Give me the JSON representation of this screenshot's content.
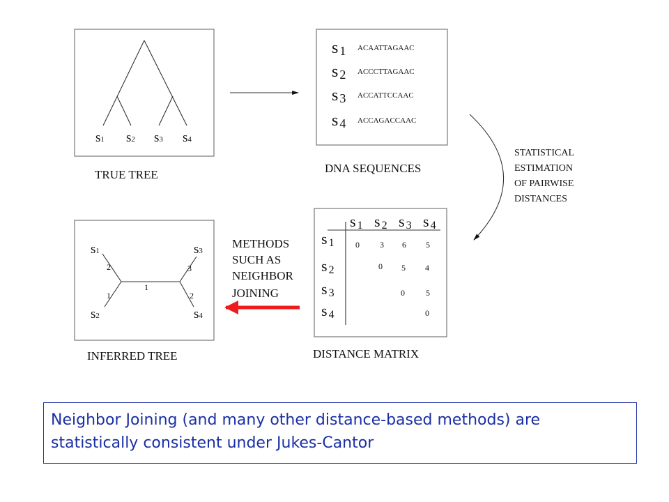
{
  "true_tree": {
    "title": "TRUE TREE",
    "leaves": [
      {
        "s": "s",
        "n": "1"
      },
      {
        "s": "s",
        "n": "2"
      },
      {
        "s": "s",
        "n": "3"
      },
      {
        "s": "s",
        "n": "4"
      }
    ]
  },
  "dna": {
    "title": "DNA SEQUENCES",
    "rows": [
      {
        "s": "s",
        "n": "1",
        "seq": "ACAATTAGAAC"
      },
      {
        "s": "s",
        "n": "2",
        "seq": "ACCCTTAGAAC"
      },
      {
        "s": "s",
        "n": "3",
        "seq": "ACCATTCCAAC"
      },
      {
        "s": "s",
        "n": "4",
        "seq": "ACCAGACCAAC"
      }
    ]
  },
  "estimation_label": [
    "STATISTICAL",
    "ESTIMATION",
    "OF PAIRWISE",
    "DISTANCES"
  ],
  "matrix": {
    "title": "DISTANCE MATRIX",
    "col_headers": [
      {
        "s": "s",
        "n": "1"
      },
      {
        "s": "s",
        "n": "2"
      },
      {
        "s": "s",
        "n": "3"
      },
      {
        "s": "s",
        "n": "4"
      }
    ],
    "row_headers": [
      {
        "s": "s",
        "n": "1"
      },
      {
        "s": "s",
        "n": "2"
      },
      {
        "s": "s",
        "n": "3"
      },
      {
        "s": "s",
        "n": "4"
      }
    ],
    "cells": [
      [
        "0",
        "3",
        "6",
        "5"
      ],
      [
        "",
        "0",
        "5",
        "4"
      ],
      [
        "",
        "",
        "0",
        "5"
      ],
      [
        "",
        "",
        "",
        "0"
      ]
    ]
  },
  "methods_label": [
    "METHODS",
    "SUCH AS",
    "NEIGHBOR",
    "JOINING"
  ],
  "inferred_tree": {
    "title": "INFERRED TREE",
    "leaves": [
      {
        "s": "s",
        "n": "1"
      },
      {
        "s": "s",
        "n": "2"
      },
      {
        "s": "s",
        "n": "3"
      },
      {
        "s": "s",
        "n": "4"
      }
    ],
    "branch_lengths": {
      "s1": "2",
      "s2": "1",
      "internal": "1",
      "s3": "3",
      "s4": "2"
    }
  },
  "caption": "Neighbor Joining (and many other distance-based methods) are statistically consistent under Jukes-Cantor",
  "colors": {
    "red_arrow": "#ee1c1c",
    "caption_text": "#1a2fa3",
    "caption_border": "#2233aa"
  }
}
